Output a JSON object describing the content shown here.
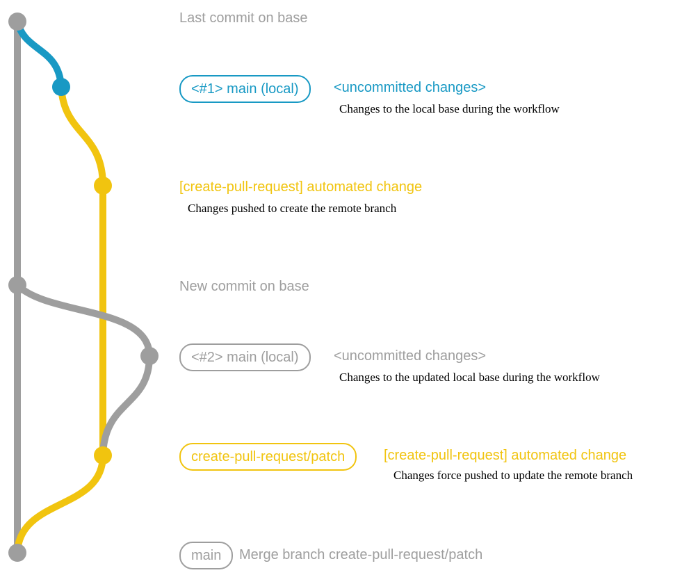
{
  "colors": {
    "gray": "#9e9e9e",
    "blue": "#1899c4",
    "yellow": "#f1c40f"
  },
  "labels": {
    "last_commit": "Last commit on base",
    "new_commit": "New commit on base"
  },
  "row1": {
    "pill": "<#1> main (local)",
    "status": "<uncommitted changes>",
    "desc": "Changes to the local base during the workflow"
  },
  "commit1": {
    "title": "[create-pull-request] automated change",
    "desc": "Changes pushed to create the remote branch"
  },
  "row2": {
    "pill": "<#2> main (local)",
    "status": "<uncommitted changes>",
    "desc": "Changes to the updated local base during the workflow"
  },
  "row3": {
    "pill": "create-pull-request/patch",
    "title": "[create-pull-request] automated change",
    "desc": "Changes force pushed to update the remote branch"
  },
  "row4": {
    "pill": "main",
    "title": "Merge branch create-pull-request/patch"
  }
}
